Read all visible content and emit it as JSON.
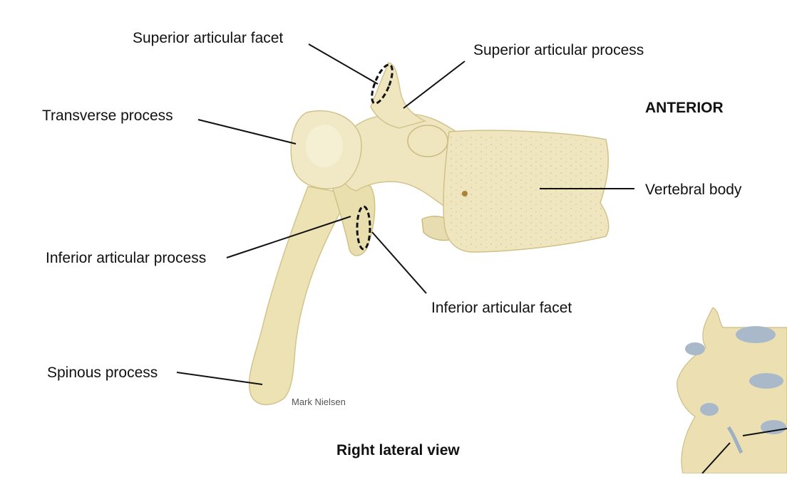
{
  "labels": {
    "superior_articular_facet": "Superior articular facet",
    "superior_articular_process": "Superior articular process",
    "transverse_process": "Transverse process",
    "vertebral_body": "Vertebral body",
    "inferior_articular_process": "Inferior articular process",
    "inferior_articular_facet": "Inferior articular facet",
    "spinous_process": "Spinous process"
  },
  "orientation_label": "ANTERIOR",
  "view_caption": "Right lateral view",
  "credit": "Mark Nielsen",
  "colors": {
    "bone": "#efe6bf",
    "bone_shade": "#d9cd98",
    "bone_dark": "#b9a96d",
    "cartilage": "#a9b9c9",
    "leader": "#111111"
  }
}
